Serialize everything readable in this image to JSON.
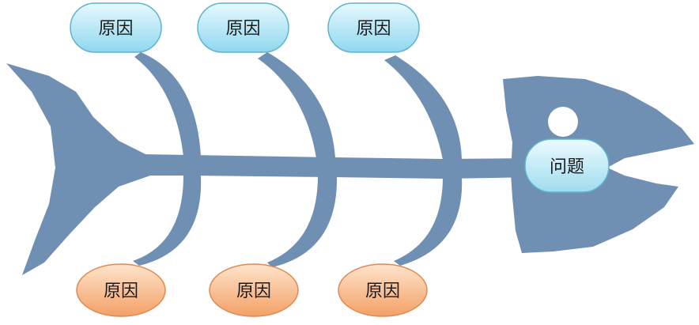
{
  "diagram": {
    "problem": {
      "label": "问题"
    },
    "causes_top": [
      {
        "label": "原因"
      },
      {
        "label": "原因"
      },
      {
        "label": "原因"
      }
    ],
    "causes_bottom": [
      {
        "label": "原因"
      },
      {
        "label": "原因"
      },
      {
        "label": "原因"
      }
    ]
  },
  "colors": {
    "fish_body": "#6f8fb3",
    "cause_top_fill": "#a9e4f3",
    "cause_top_stroke": "#5fb3cf",
    "cause_bottom_fill": "#f7b98b",
    "cause_bottom_stroke": "#e08a52",
    "problem_fill": "#bfeaf6",
    "eye": "#ffffff"
  }
}
